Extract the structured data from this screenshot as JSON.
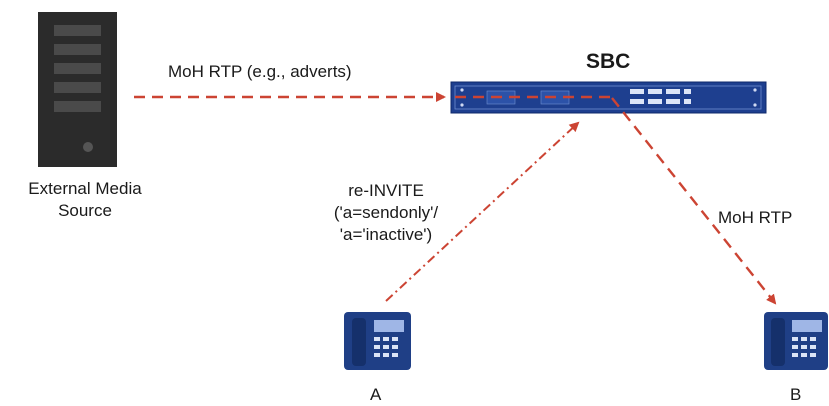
{
  "nodes": {
    "media_source": {
      "line1": "External Media",
      "line2": "Source"
    },
    "sbc": {
      "label": "SBC"
    },
    "phone_a": {
      "label": "A"
    },
    "phone_b": {
      "label": "B"
    }
  },
  "edges": {
    "media_to_sbc": {
      "label": "MoH RTP (e.g., adverts)",
      "style": "dashed",
      "color": "#cc4433"
    },
    "a_to_sbc": {
      "line1": "re-INVITE",
      "line2": "('a=sendonly'/",
      "line3": "'a='inactive')",
      "style": "dash-dot",
      "color": "#cc4433"
    },
    "sbc_to_b": {
      "label": "MoH RTP",
      "style": "dashed",
      "color": "#cc4433"
    }
  },
  "colors": {
    "server": "#2b2b2b",
    "sbc_body": "#1e3f8f",
    "phone": "#1f3f86",
    "arrow": "#cc4433"
  }
}
